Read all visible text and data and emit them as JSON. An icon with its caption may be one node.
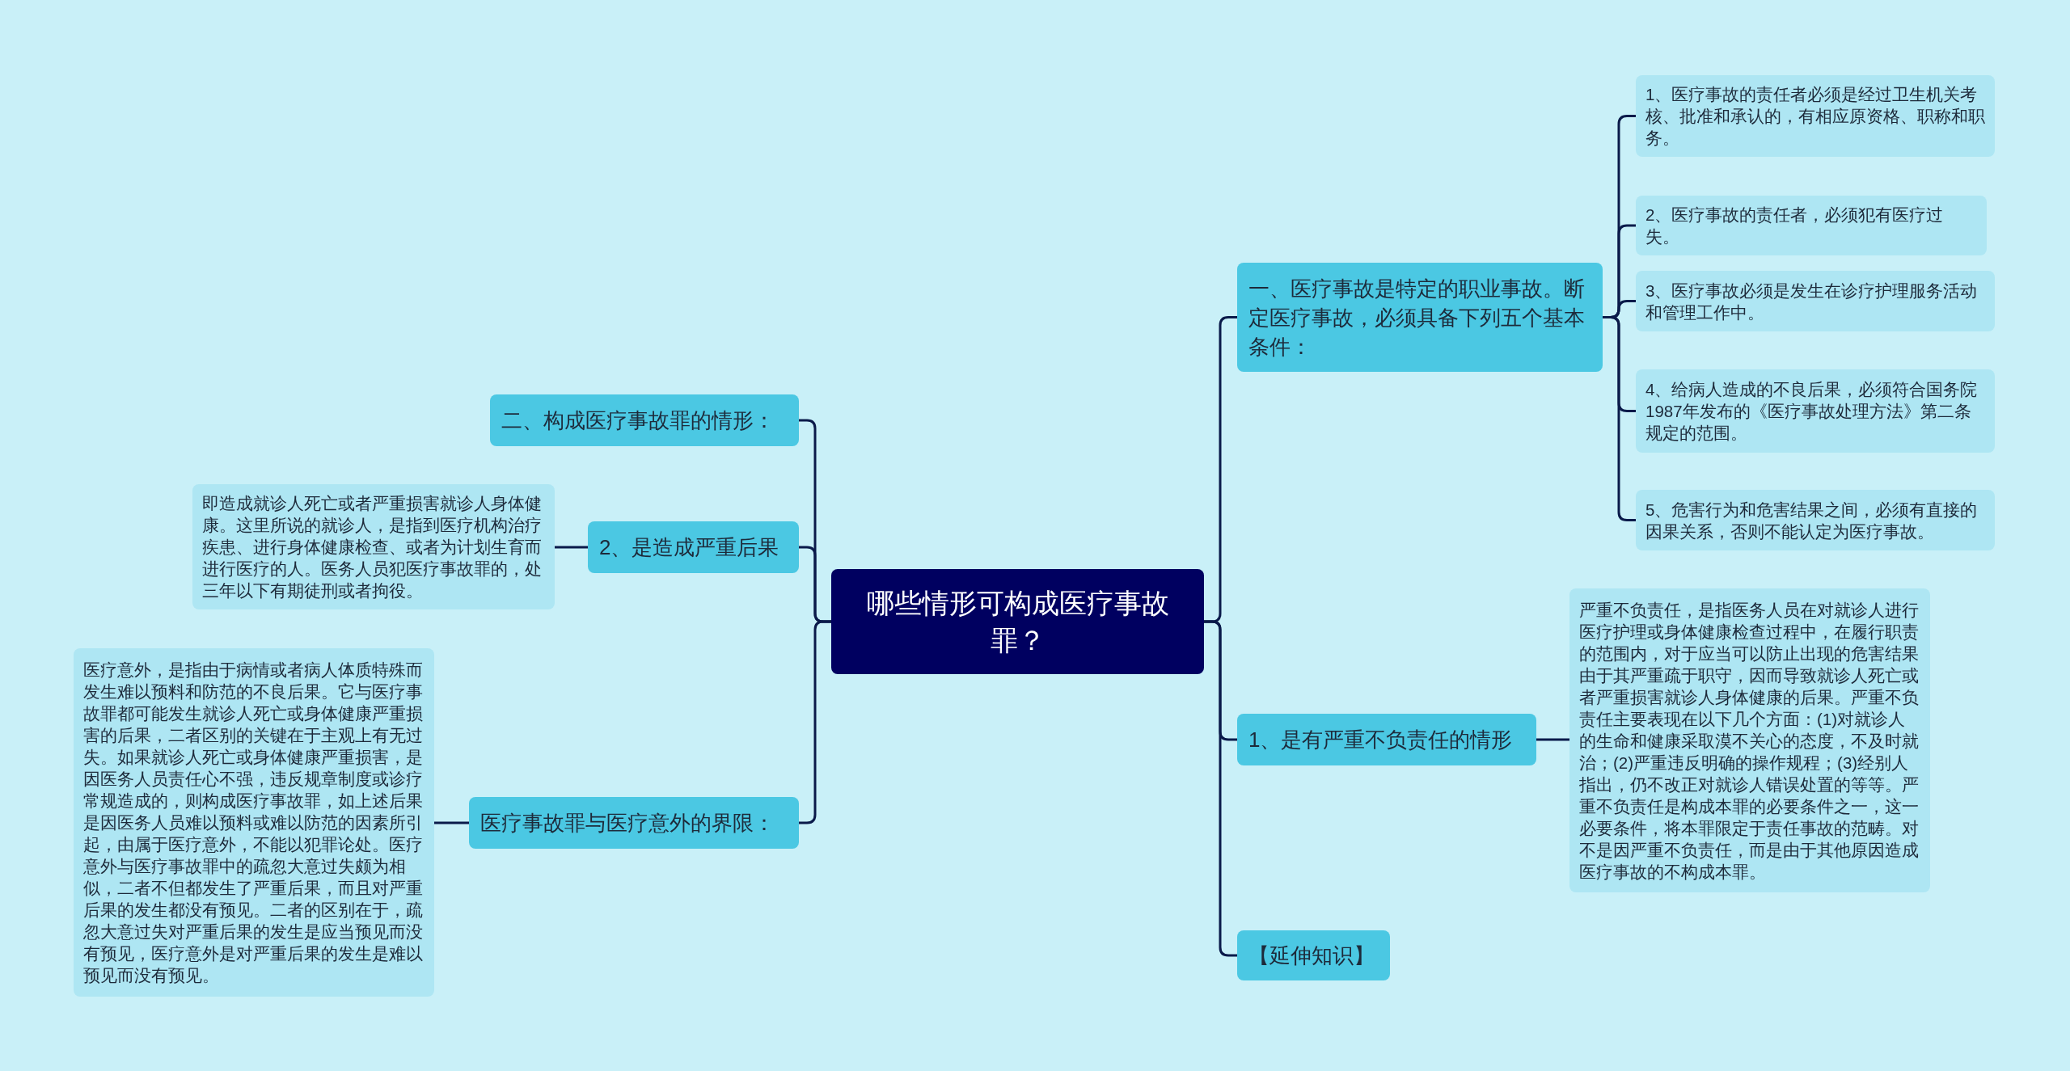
{
  "diagram": {
    "nodes": [
      {
        "text": [
          "哪些情形可构成医疗事故罪？"
        ]
      },
      {
        "text": [
          "一、医疗事故是特定的职业事故。断定医疗事故，必须具备下列五个基本条件："
        ]
      },
      {
        "text": [
          "1、医疗事故的责任者必须是经过卫生机关考核、批准和承认的，有相应原资格、职称和职务。"
        ]
      },
      {
        "text": [
          "2、医疗事故的责任者，必须犯有医疗过失。"
        ]
      },
      {
        "text": [
          "3、医疗事故必须是发生在诊疗护理服务活动和管理工作中。"
        ]
      },
      {
        "text": [
          "4、给病人造成的不良后果，必须符合国务院1987年发布的《医疗事故处理方法》第二条规定的范围。"
        ]
      },
      {
        "text": [
          "5、危害行为和危害结果之间，必须有直接的因果关系，否则不能认定为医疗事故。"
        ]
      },
      {
        "text": [
          "1、是有严重不负责任的情形"
        ]
      },
      {
        "text": [
          "严重不负责任，是指医务人员在对就诊人进行医疗护理或身体健康检查过程中，在履行职责的范围内，对于应当可以防止出现的危害结果由于其严重疏于职守，因而导致就诊人死亡或者严重损害就诊人身体健康的后果。严重不负责任主要表现在以下几个方面：(1)对就诊人的生命和健康采取漠不关心的态度，不及时就治；(2)严重违反明确的操作规程；(3)经别人指出，仍不改正对就诊人错误处置的等等。严重不负责任是构成本罪的必要条件之一，这一必要条件，将本罪限定于责任事故的范畴。对不是因严重不负责任，而是由于其他原因造成医疗事故的不构成本罪。"
        ]
      },
      {
        "text": [
          "【延伸知识】"
        ]
      },
      {
        "text": [
          "二、构成医疗事故罪的情形："
        ]
      },
      {
        "text": [
          "2、是造成严重后果"
        ]
      },
      {
        "text": [
          "即造成就诊人死亡或者严重损害就诊人身体健康。这里所说的就诊人，是指到医疗机构治疗疾患、进行身体健康检查、或者为计划生育而进行医疗的人。医务人员犯医疗事故罪的，处三年以下有期徒刑或者拘役。"
        ]
      },
      {
        "text": [
          "医疗事故罪与医疗意外的界限："
        ]
      },
      {
        "text": [
          "医疗意外，是指由于病情或者病人体质特殊而发生难以预料和防范的不良后果。它与医疗事故罪都可能发生就诊人死亡或身体健康严重损害的后果，二者区别的关键在于主观上有无过失。如果就诊人死亡或身体健康严重损害，是因医务人员责任心不强，违反规章制度或诊疗常规造成的，则构成医疗事故罪，如上述后果是因医务人员难以预料或难以防范的因素所引起，由属于医疗意外，不能以犯罪论处。医疗意外与医疗事故罪中的疏忽大意过失颇为相似，二者不但都发生了严重后果，而且对严重后果的发生都没有预见。二者的区别在于，疏忽大意过失对严重后果的发生是应当预见而没有预见，医疗意外是对严重后果的发生是难以预见而没有预见。"
        ]
      }
    ],
    "edges": [
      {
        "from": 0,
        "to": 1,
        "arrow": "none"
      },
      {
        "from": 1,
        "to": 2,
        "arrow": "none"
      },
      {
        "from": 1,
        "to": 3,
        "arrow": "none"
      },
      {
        "from": 1,
        "to": 4,
        "arrow": "none"
      },
      {
        "from": 1,
        "to": 5,
        "arrow": "none"
      },
      {
        "from": 1,
        "to": 6,
        "arrow": "none"
      },
      {
        "from": 0,
        "to": 7,
        "arrow": "none"
      },
      {
        "from": 7,
        "to": 8,
        "arrow": "none"
      },
      {
        "from": 0,
        "to": 9,
        "arrow": "none"
      },
      {
        "from": 0,
        "to": 10,
        "arrow": "none"
      },
      {
        "from": 0,
        "to": 11,
        "arrow": "none"
      },
      {
        "from": 11,
        "to": 12,
        "arrow": "none"
      },
      {
        "from": 0,
        "to": 13,
        "arrow": "none"
      },
      {
        "from": 13,
        "to": 14,
        "arrow": "none"
      }
    ]
  }
}
